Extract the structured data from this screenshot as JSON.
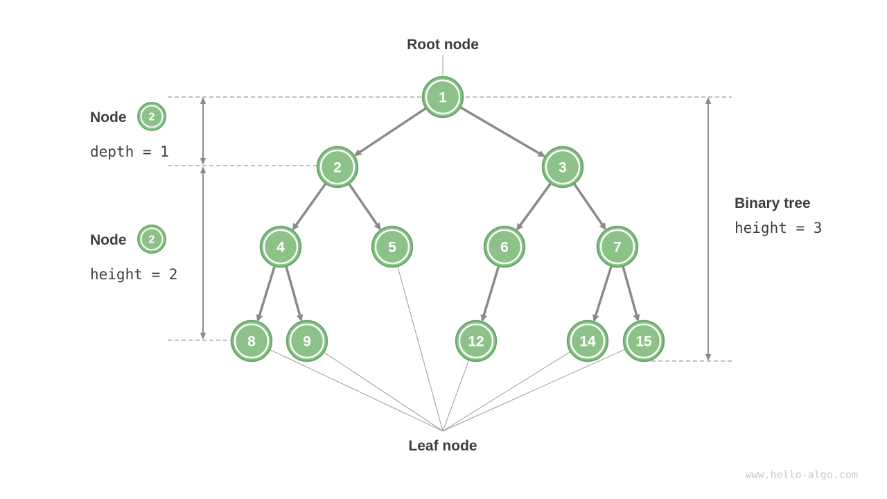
{
  "colors": {
    "node_fill": "#8CC287",
    "node_border": "#67AA6C",
    "node_ring": "#FFFFFF",
    "edge_gray": "#8A8A8A",
    "guide_gray": "#9A9A9A",
    "label_text": "#3D3D3D",
    "watermark_gray": "#C9C9C9"
  },
  "annotations": {
    "root_label": "Root node",
    "leaf_label": "Leaf node",
    "depth_legend": {
      "label": "Node",
      "badge_value": "2",
      "formula": "depth = 1"
    },
    "node_height_legend": {
      "label": "Node",
      "badge_value": "2",
      "formula": "height = 2"
    },
    "tree_height_legend": {
      "label": "Binary tree",
      "formula": "height = 3"
    }
  },
  "tree": {
    "nodes": [
      {
        "value": "1"
      },
      {
        "value": "2"
      },
      {
        "value": "3"
      },
      {
        "value": "4"
      },
      {
        "value": "5"
      },
      {
        "value": "6"
      },
      {
        "value": "7"
      },
      {
        "value": "8"
      },
      {
        "value": "9"
      },
      {
        "value": "12"
      },
      {
        "value": "14"
      },
      {
        "value": "15"
      }
    ],
    "edges": [
      [
        "1",
        "2"
      ],
      [
        "1",
        "3"
      ],
      [
        "2",
        "4"
      ],
      [
        "2",
        "5"
      ],
      [
        "3",
        "6"
      ],
      [
        "3",
        "7"
      ],
      [
        "4",
        "8"
      ],
      [
        "4",
        "9"
      ],
      [
        "6",
        "12"
      ],
      [
        "7",
        "14"
      ],
      [
        "7",
        "15"
      ]
    ],
    "leaf_nodes": [
      "8",
      "9",
      "5",
      "12",
      "14",
      "15"
    ]
  },
  "watermark": "www.hello-algo.com"
}
